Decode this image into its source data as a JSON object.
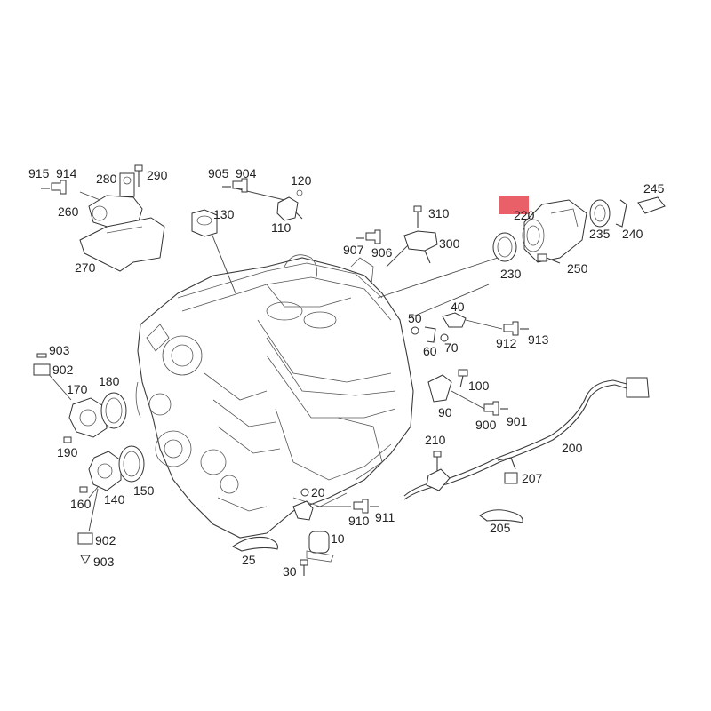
{
  "colors": {
    "highlight": "#e96069",
    "line": "#333333",
    "background": "#ffffff"
  },
  "callouts": {
    "c915": "915",
    "c914": "914",
    "c280": "280",
    "c290": "290",
    "c260": "260",
    "c270": "270",
    "c905": "905",
    "c904": "904",
    "c120": "120",
    "c110": "110",
    "c130": "130",
    "c310": "310",
    "c300": "300",
    "c907": "907",
    "c906": "906",
    "c220": "220",
    "c245": "245",
    "c235": "235",
    "c240": "240",
    "c230": "230",
    "c250": "250",
    "c40": "40",
    "c50": "50",
    "c60": "60",
    "c70": "70",
    "c912": "912",
    "c913": "913",
    "c903a": "903",
    "c902a": "902",
    "c170": "170",
    "c180": "180",
    "c190": "190",
    "c100": "100",
    "c90": "90",
    "c900": "900",
    "c901": "901",
    "c210": "210",
    "c200": "200",
    "c207": "207",
    "c140": "140",
    "c150": "150",
    "c160": "160",
    "c20": "20",
    "c910": "910",
    "c911": "911",
    "c10": "10",
    "c205": "205",
    "c25": "25",
    "c30": "30",
    "c902b": "902",
    "c903b": "903"
  },
  "icons": {
    "plug": "connector-plug-icon",
    "pin": "connector-pin-icon",
    "bolt": "bolt-icon"
  }
}
